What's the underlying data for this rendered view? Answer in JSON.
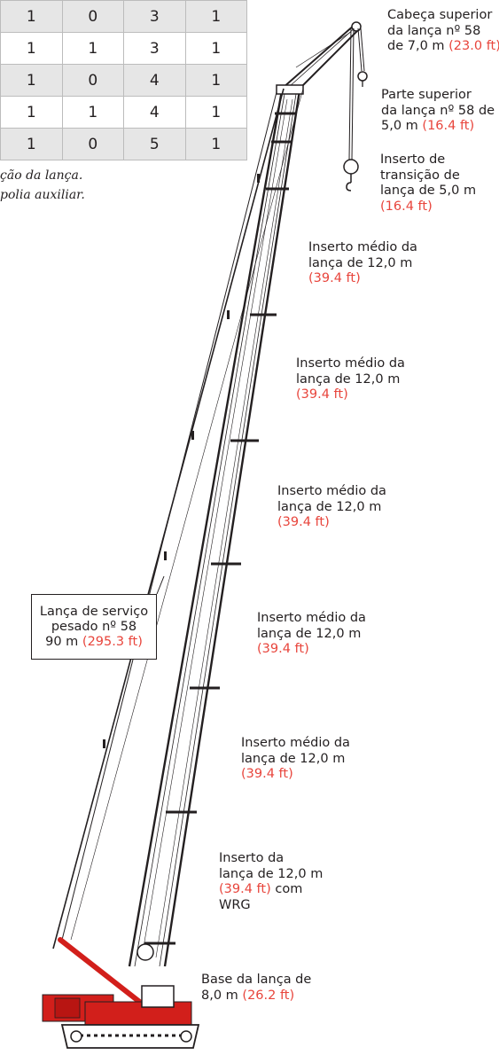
{
  "table": {
    "rows": [
      [
        "1",
        "0",
        "3",
        "1"
      ],
      [
        "1",
        "1",
        "3",
        "1"
      ],
      [
        "1",
        "0",
        "4",
        "1"
      ],
      [
        "1",
        "1",
        "4",
        "1"
      ],
      [
        "1",
        "0",
        "5",
        "1"
      ]
    ]
  },
  "notes": {
    "line1": "ção da lança.",
    "line2": "polia auxiliar."
  },
  "labels": {
    "cabeca": {
      "l1": "Cabeça superior",
      "l2": "da lança nº 58",
      "l3": "de 7,0 m",
      "imp": "(23.0 ft)"
    },
    "parte_superior": {
      "l1": "Parte superior",
      "l2": "da lança nº 58 de",
      "l3": "5,0 m",
      "imp": "(16.4 ft)"
    },
    "transicao": {
      "l1": "Inserto de",
      "l2": "transição de",
      "l3": "lança de 5,0 m",
      "imp": "(16.4 ft)"
    },
    "medio": {
      "l1": "Inserto médio da",
      "l2": "lança de 12,0 m",
      "imp": "(39.4 ft)"
    },
    "wrg": {
      "l1": "Inserto da",
      "l2": "lança de 12,0 m",
      "imp": "(39.4 ft)",
      "suffix": "com",
      "l4": "WRG"
    },
    "base": {
      "l1": "Base da lança de",
      "l2": "8,0 m",
      "imp": "(26.2 ft)"
    },
    "boom": {
      "l1": "Lança de serviço",
      "l2": "pesado nº 58",
      "l3": "90 m",
      "imp": "(295.3 ft)"
    }
  },
  "colors": {
    "imperial_text": "#e8453c",
    "crane_red": "#d21f1b",
    "line": "#231f20",
    "table_shade": "#e6e6e6"
  }
}
